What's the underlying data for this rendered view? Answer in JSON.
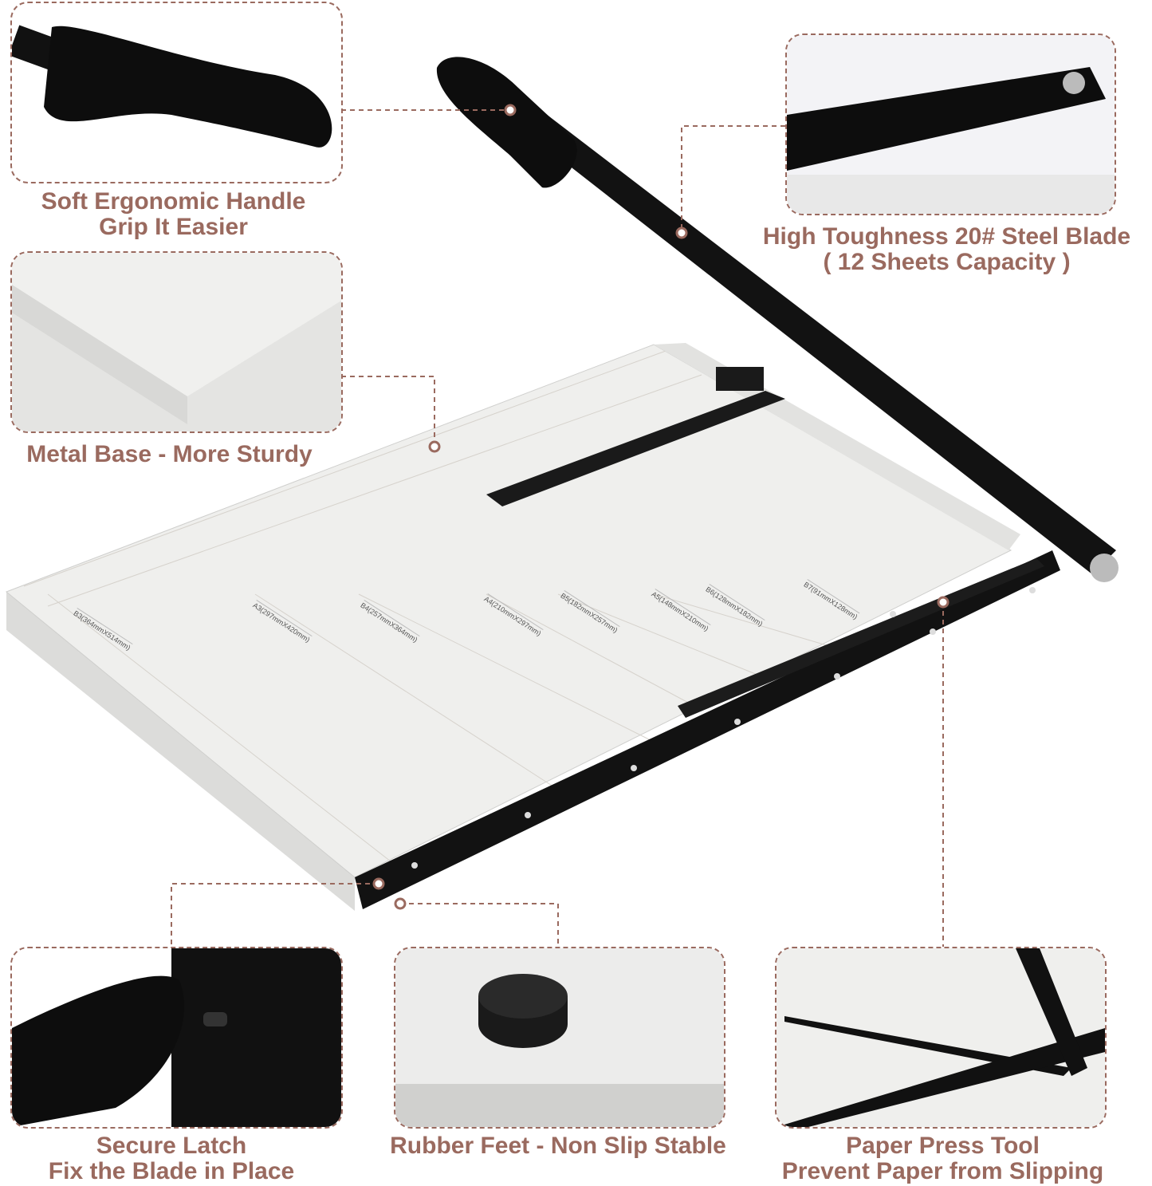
{
  "features": {
    "handle": {
      "line1": "Soft Ergonomic Handle",
      "line2": "Grip It Easier"
    },
    "base": {
      "line1": "Metal Base - More Sturdy"
    },
    "blade": {
      "line1": "High Toughness 20# Steel Blade",
      "line2": "( 12 Sheets Capacity )"
    },
    "latch": {
      "line1": "Secure Latch",
      "line2": "Fix the Blade in Place"
    },
    "feet": {
      "line1": "Rubber Feet - Non Slip Stable"
    },
    "press": {
      "line1": "Paper Press Tool",
      "line2": "Prevent Paper from Slipping"
    }
  },
  "board_labels": [
    "B3(364mmX514mm)",
    "A3(297mmX420mm)",
    "B4(257mmX364mm)",
    "A4(210mmX297mm)",
    "B5(182mmX257mm)",
    "A5(148mmX210mm)",
    "B6(128mmX182mm)",
    "B7(91mmX128mm)"
  ],
  "colors": {
    "accent": "#9a6a5f",
    "board": "#eeeeec",
    "metal": "#111111"
  }
}
